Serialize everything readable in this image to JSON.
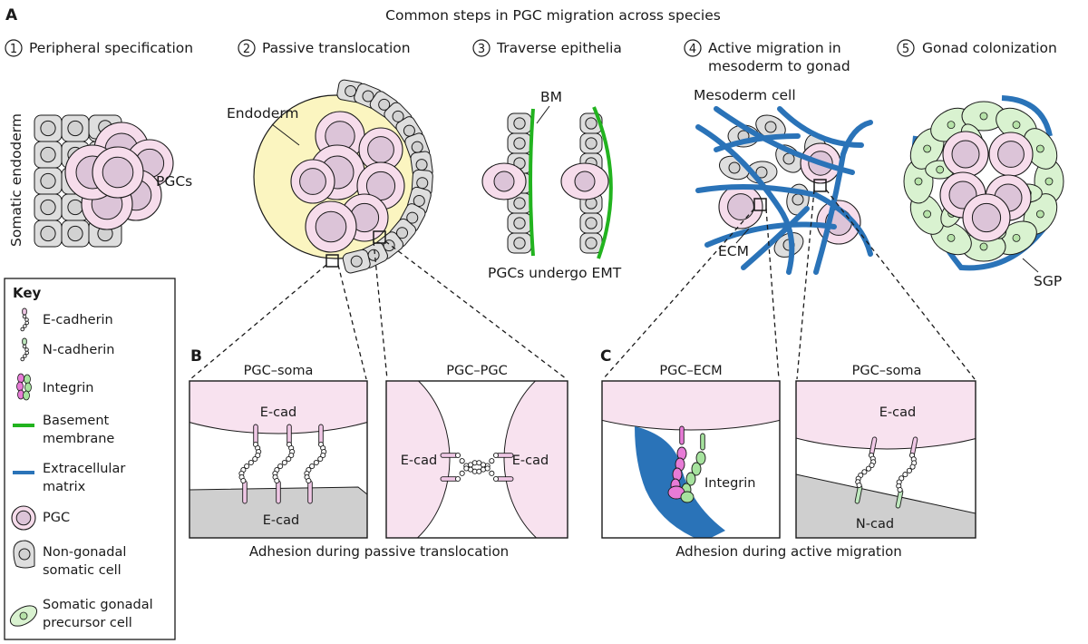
{
  "panel_a": {
    "letter": "A",
    "title": "Common steps in PGC migration across species",
    "steps": [
      {
        "num": "1",
        "label": "Peripheral specification"
      },
      {
        "num": "2",
        "label": "Passive translocation"
      },
      {
        "num": "3",
        "label": "Traverse epithelia"
      },
      {
        "num": "4",
        "label": "Active migration in",
        "label2": "mesoderm to gonad"
      },
      {
        "num": "5",
        "label": "Gonad colonization"
      }
    ],
    "labels": {
      "somatic_endoderm": "Somatic endoderm",
      "pgcs": "PGCs",
      "endoderm": "Endoderm",
      "bm": "BM",
      "emt": "PGCs undergo EMT",
      "mesoderm_cell": "Mesoderm cell",
      "ecm": "ECM",
      "sgp": "SGP"
    }
  },
  "panel_b": {
    "letter": "B",
    "box1_title": "PGC–soma",
    "box1_top": "E-cad",
    "box1_bottom": "E-cad",
    "box2_title": "PGC–PGC",
    "box2_left": "E-cad",
    "box2_right": "E-cad",
    "caption": "Adhesion during passive translocation"
  },
  "panel_c": {
    "letter": "C",
    "box1_title": "PGC–ECM",
    "box1_label": "Integrin",
    "box2_title": "PGC–soma",
    "box2_top": "E-cad",
    "box2_bottom": "N-cad",
    "caption": "Adhesion during active migration"
  },
  "key": {
    "title": "Key",
    "items": [
      {
        "label": "E-cadherin"
      },
      {
        "label": "N-cadherin"
      },
      {
        "label": "Integrin"
      },
      {
        "label": "Basement",
        "label2": "membrane"
      },
      {
        "label": "Extracellular",
        "label2": "matrix"
      },
      {
        "label": "PGC"
      },
      {
        "label": "Non-gonadal",
        "label2": "somatic cell"
      },
      {
        "label": "Somatic gonadal",
        "label2": "precursor cell"
      }
    ]
  },
  "colors": {
    "pgc_fill": "#f6dceb",
    "pgc_nucleus": "#dcc4d8",
    "soma_fill": "#dedede",
    "endoderm_fill": "#fbf5c0",
    "bm_green": "#22b31f",
    "ecm_blue": "#2a73b8",
    "sgp_fill": "#d9f2d0",
    "ncad_green": "#bfe9bf",
    "integrin_pink": "#e77bd6",
    "integrin_green": "#a6e39e"
  }
}
